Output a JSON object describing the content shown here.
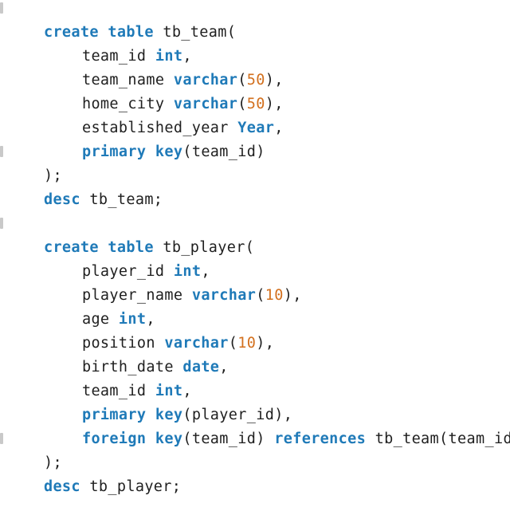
{
  "colors": {
    "keyword": "#1f7ab8",
    "number": "#d3701e",
    "text": "#1f1f1f",
    "background": "#ffffff"
  },
  "lines": [
    [
      "create",
      " ",
      "table",
      " tb_team("
    ],
    [
      "team_id",
      " ",
      "int",
      ","
    ],
    [
      "team_name",
      " ",
      "varchar",
      "(",
      "50",
      "),"
    ],
    [
      "home_city",
      " ",
      "varchar",
      "(",
      "50",
      "),"
    ],
    [
      "established_year",
      " ",
      "Year",
      ","
    ],
    [
      "primary",
      " ",
      "key",
      "(team_id)"
    ],
    [
      ");"
    ],
    [
      "desc",
      " tb_team;"
    ],
    [],
    [
      "create",
      " ",
      "table",
      " tb_player("
    ],
    [
      "player_id",
      " ",
      "int",
      ","
    ],
    [
      "player_name",
      " ",
      "varchar",
      "(",
      "10",
      "),"
    ],
    [
      "age",
      " ",
      "int",
      ","
    ],
    [
      "position",
      " ",
      "varchar",
      "(",
      "10",
      "),"
    ],
    [
      "birth_date",
      " ",
      "date",
      ","
    ],
    [
      "team_id",
      " ",
      "int",
      ","
    ],
    [
      "primary",
      " ",
      "key",
      "(player_id),"
    ],
    [
      "foreign",
      " ",
      "key",
      "(team_id) ",
      "references",
      " tb_team(team_id)"
    ],
    [
      ");"
    ],
    [
      "desc",
      " tb_player;"
    ]
  ]
}
